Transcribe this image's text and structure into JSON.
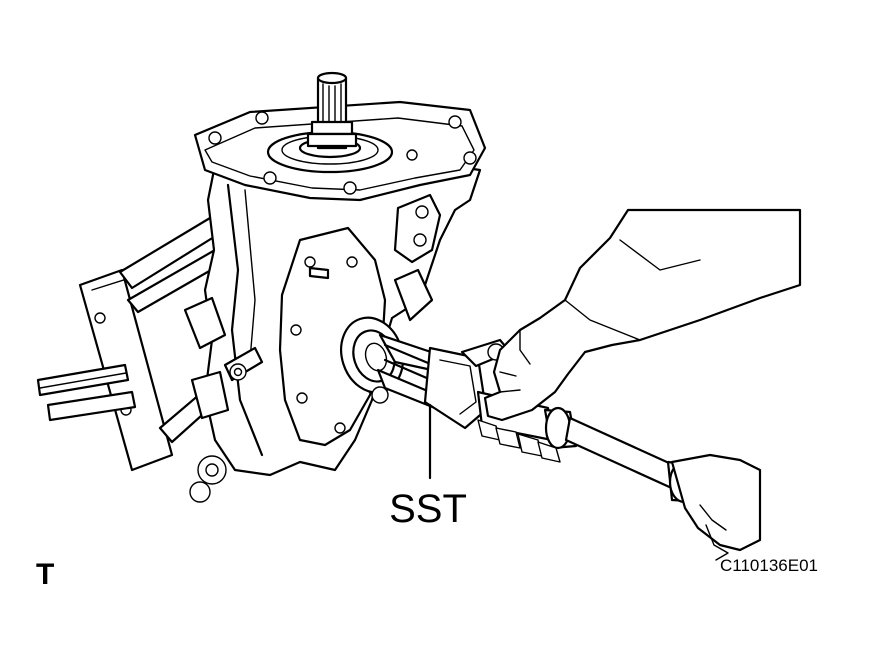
{
  "labels": {
    "tool": "SST",
    "view_mark": "T",
    "figure_code": "C110136E01"
  }
}
